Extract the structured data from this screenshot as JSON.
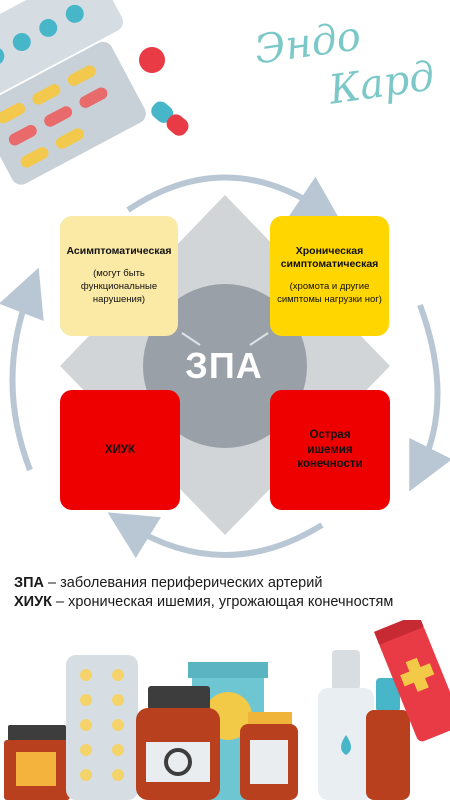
{
  "brand": {
    "line1": "Эндо",
    "line2": "Кард"
  },
  "diagram": {
    "center": "ЗПА",
    "boxes": [
      {
        "id": "asymptomatic",
        "title": "Асимптоматическая",
        "subtitle": "(могут быть функциональные нарушения)",
        "color": "#fbe9a6"
      },
      {
        "id": "chronic-symptomatic",
        "title": "Хроническая симптоматическая",
        "subtitle": "(хромота и другие симптомы нагрузки ног)",
        "color": "#ffd600"
      },
      {
        "id": "cliti",
        "title": "ХИУК",
        "subtitle": "",
        "color": "#ee0000"
      },
      {
        "id": "acute-ischemia",
        "title": "Острая ишемия конечности",
        "subtitle": "",
        "color": "#ee0000"
      }
    ]
  },
  "legend": [
    {
      "term": "ЗПА",
      "definition": " – заболевания периферических артерий"
    },
    {
      "term": "ХИУК",
      "definition": " – хроническая ишемия, угрожающая конечностям"
    }
  ],
  "colors": {
    "accent": "#7cc8c8",
    "arrow": "#b9c7d4",
    "diamond": "#cfd2d4",
    "circle": "#9aa0a8"
  }
}
